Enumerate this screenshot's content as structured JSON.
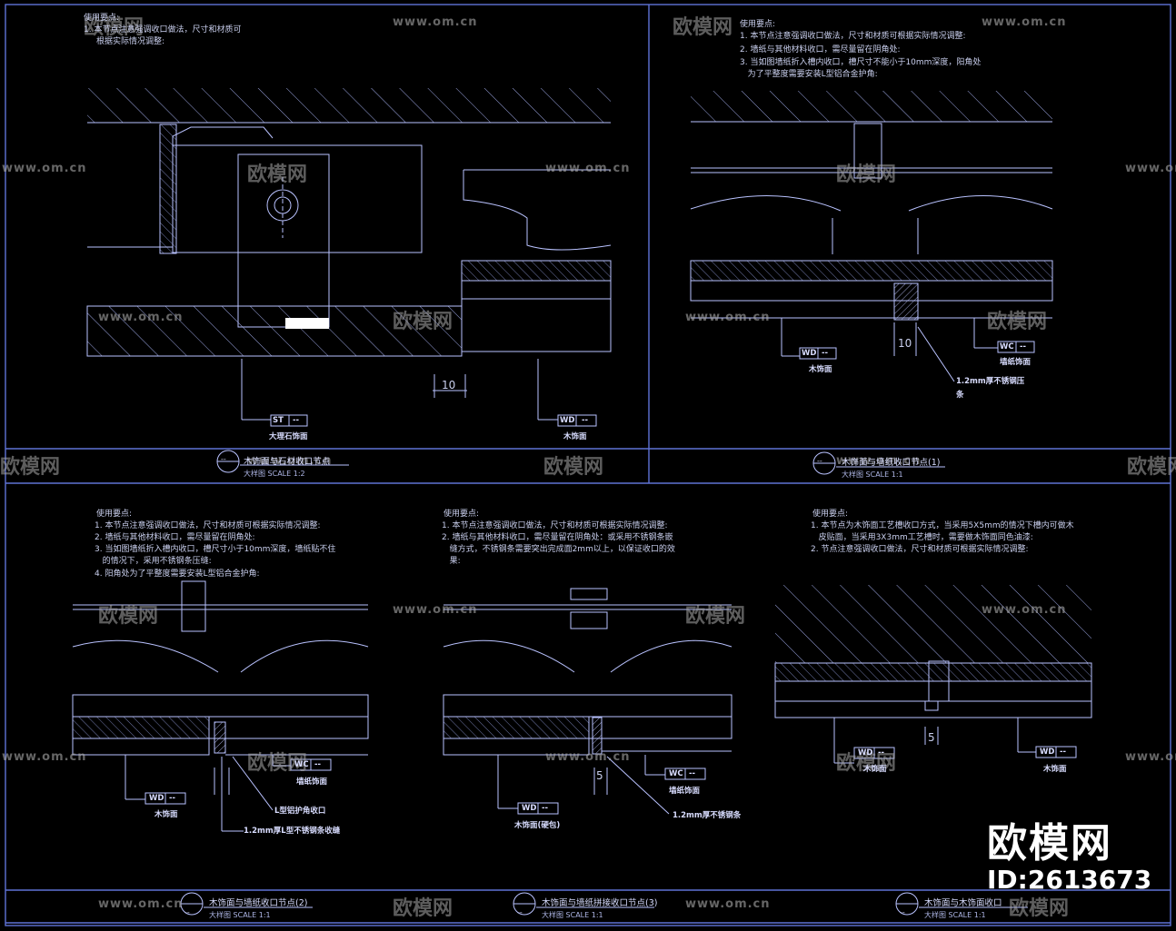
{
  "panel1": {
    "note_title": "使用要点:",
    "note_lines": [
      "1. 本节点注意强调收口做法，尺寸和材质可",
      "根据实际情况调整:"
    ],
    "dim": "10",
    "tag_left": {
      "code": "ST",
      "dash": "--",
      "label": "大理石饰面"
    },
    "tag_right": {
      "code": "WD",
      "dash": "--",
      "label": "木饰面"
    },
    "title_dash": "--",
    "title": "木饰面与石材收口节点",
    "scale": "大样图 SCALE 1:2"
  },
  "panel2": {
    "note_title": "使用要点:",
    "note_lines": [
      "1. 本节点注意强调收口做法，尺寸和材质可根据实际情况调整:",
      "2. 墙纸与其他材料收口，需尽量留在阴角处:",
      "3. 当如图墙纸折入槽内收口，槽尺寸不能小于10mm深度，阳角处",
      "   为了平整度需要安装L型铝合金护角:"
    ],
    "dim": "10",
    "tag_left": {
      "code": "WD",
      "dash": "--",
      "label": "木饰面"
    },
    "tag_right": {
      "code": "WC",
      "dash": "--",
      "label": "墙纸饰面"
    },
    "callout": "1.2mm厚不锈钢压",
    "callout2": "条",
    "title_dash": "--",
    "title": "木饰面与墙纸收口节点(1)",
    "scale": "大样图 SCALE 1:1"
  },
  "panel3": {
    "note_title": "使用要点:",
    "note_lines": [
      "1. 本节点注意强调收口做法，尺寸和材质可根据实际情况调整:",
      "2. 墙纸与其他材料收口，需尽量留在阴角处:",
      "3. 当如图墙纸折入槽内收口，槽尺寸小于10mm深度，墙纸贴不住",
      "   的情况下，采用不锈钢条压缝:",
      "4. 阳角处为了平整度需要安装L型铝合金护角:"
    ],
    "tag_right": {
      "code": "WC",
      "dash": "--",
      "label": "墙纸饰面"
    },
    "tag_left": {
      "code": "WD",
      "dash": "--",
      "label": "木饰面"
    },
    "callout1": "L型铝护角收口",
    "callout2": "1.2mm厚L型不锈钢条收缝",
    "title_dash": "--",
    "title": "木饰面与墙纸收口节点(2)",
    "scale": "大样图 SCALE 1:1"
  },
  "panel4": {
    "note_title": "使用要点:",
    "note_lines": [
      "1. 本节点注意强调收口做法，尺寸和材质可根据实际情况调整:",
      "2. 墙纸与其他材料收口，需尽量留在阴角处：或采用不锈钢条嵌",
      "   缝方式，不锈钢条需要突出完成面2mm以上，以保证收口的效",
      "   果:"
    ],
    "dim": "5",
    "tag_right": {
      "code": "WC",
      "dash": "--",
      "label": "墙纸饰面"
    },
    "tag_left": {
      "code": "WD",
      "dash": "--",
      "label": "木饰面(硬包)"
    },
    "callout": "1.2mm厚不锈钢条",
    "title_dash": "--",
    "title": "木饰面与墙纸拼接收口节点(3)",
    "scale": "大样图 SCALE 1:1"
  },
  "panel5": {
    "note_title": "使用要点:",
    "note_lines": [
      "1. 本节点为木饰面工艺槽收口方式，当采用5X5mm的情况下槽内可做木",
      "   皮贴面，当采用3X3mm工艺槽时，需要做木饰面同色油漆:",
      "2. 节点注意强调收口做法，尺寸和材质可根据实际情况调整:"
    ],
    "dim": "5",
    "tag_left": {
      "code": "WD",
      "dash": "--",
      "label": "木饰面"
    },
    "tag_right": {
      "code": "WD",
      "dash": "--",
      "label": "木饰面"
    },
    "title_dash": "--",
    "title": "木饰面与木饰面收口",
    "scale": "大样图 SCALE 1:1"
  },
  "watermark": {
    "brand": "欧模网",
    "url": "www.om.cn"
  },
  "brand_text": "欧模网",
  "id_text": "ID:2613673",
  "colors": {
    "background": "#000000",
    "frame": "#5f73d6",
    "line": "#b9c2ff",
    "hatch": "#8f9ad8",
    "text": "#cfd6ff"
  }
}
